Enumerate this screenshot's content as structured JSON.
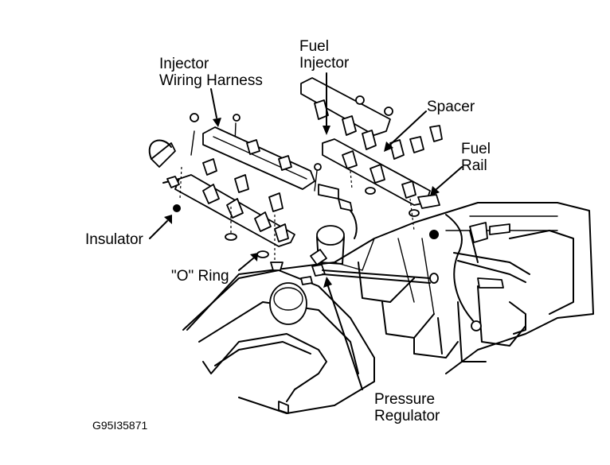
{
  "labels": {
    "fuel_injector": "Fuel\nInjector",
    "injector_wiring_harness": "Injector\nWiring Harness",
    "spacer": "Spacer",
    "fuel_rail": "Fuel\nRail",
    "insulator": "Insulator",
    "o_ring": "\"O\" Ring",
    "pressure_regulator": "Pressure\nRegulator"
  },
  "figure_code": "G95I35871"
}
